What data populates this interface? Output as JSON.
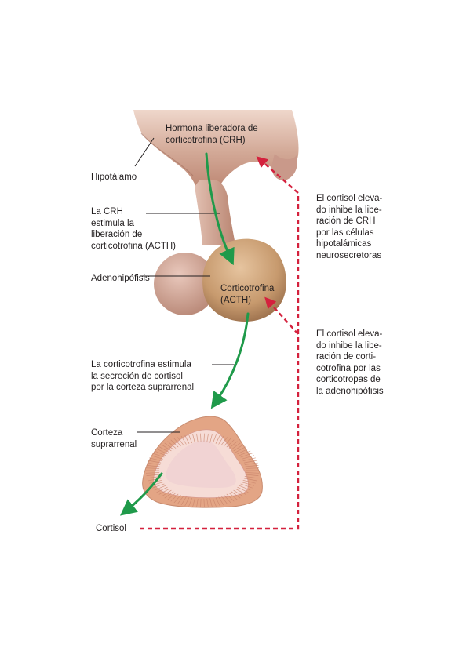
{
  "labels": {
    "crh_hormone": "Hormona liberadora de\ncorticotrofina (CRH)",
    "hypothalamus": "Hipotálamo",
    "crh_stimulates": "La CRH\nestimula la\nliberación de\ncorticotrofina (ACTH)",
    "adenohypophysis": "Adenohipófisis",
    "acth": "Corticotrofina\n(ACTH)",
    "acth_stimulates": "La corticotrofina estimula\nla secreción de cortisol\npor la corteza suprarrenal",
    "adrenal_cortex": "Corteza\nsuprarrenal",
    "cortisol": "Cortisol"
  },
  "notes": {
    "inhibit_crh": "El cortisol eleva-\ndo inhibe la libe-\nración de CRH\npor las células\nhipotalámicas\nneurosecretoras",
    "inhibit_acth": "El cortisol eleva-\ndo inhibe la libe-\nración de corti-\ncotrofina por las\ncorticotropas de\nla adenohipófisis"
  },
  "colors": {
    "stimulation_arrow": "#1f9a4a",
    "inhibition_arrow": "#d4213d",
    "tissue": "#c79a86",
    "gland": "#b88a63",
    "cortex_outer": "#e3a585",
    "medulla": "#f1d3d3"
  }
}
